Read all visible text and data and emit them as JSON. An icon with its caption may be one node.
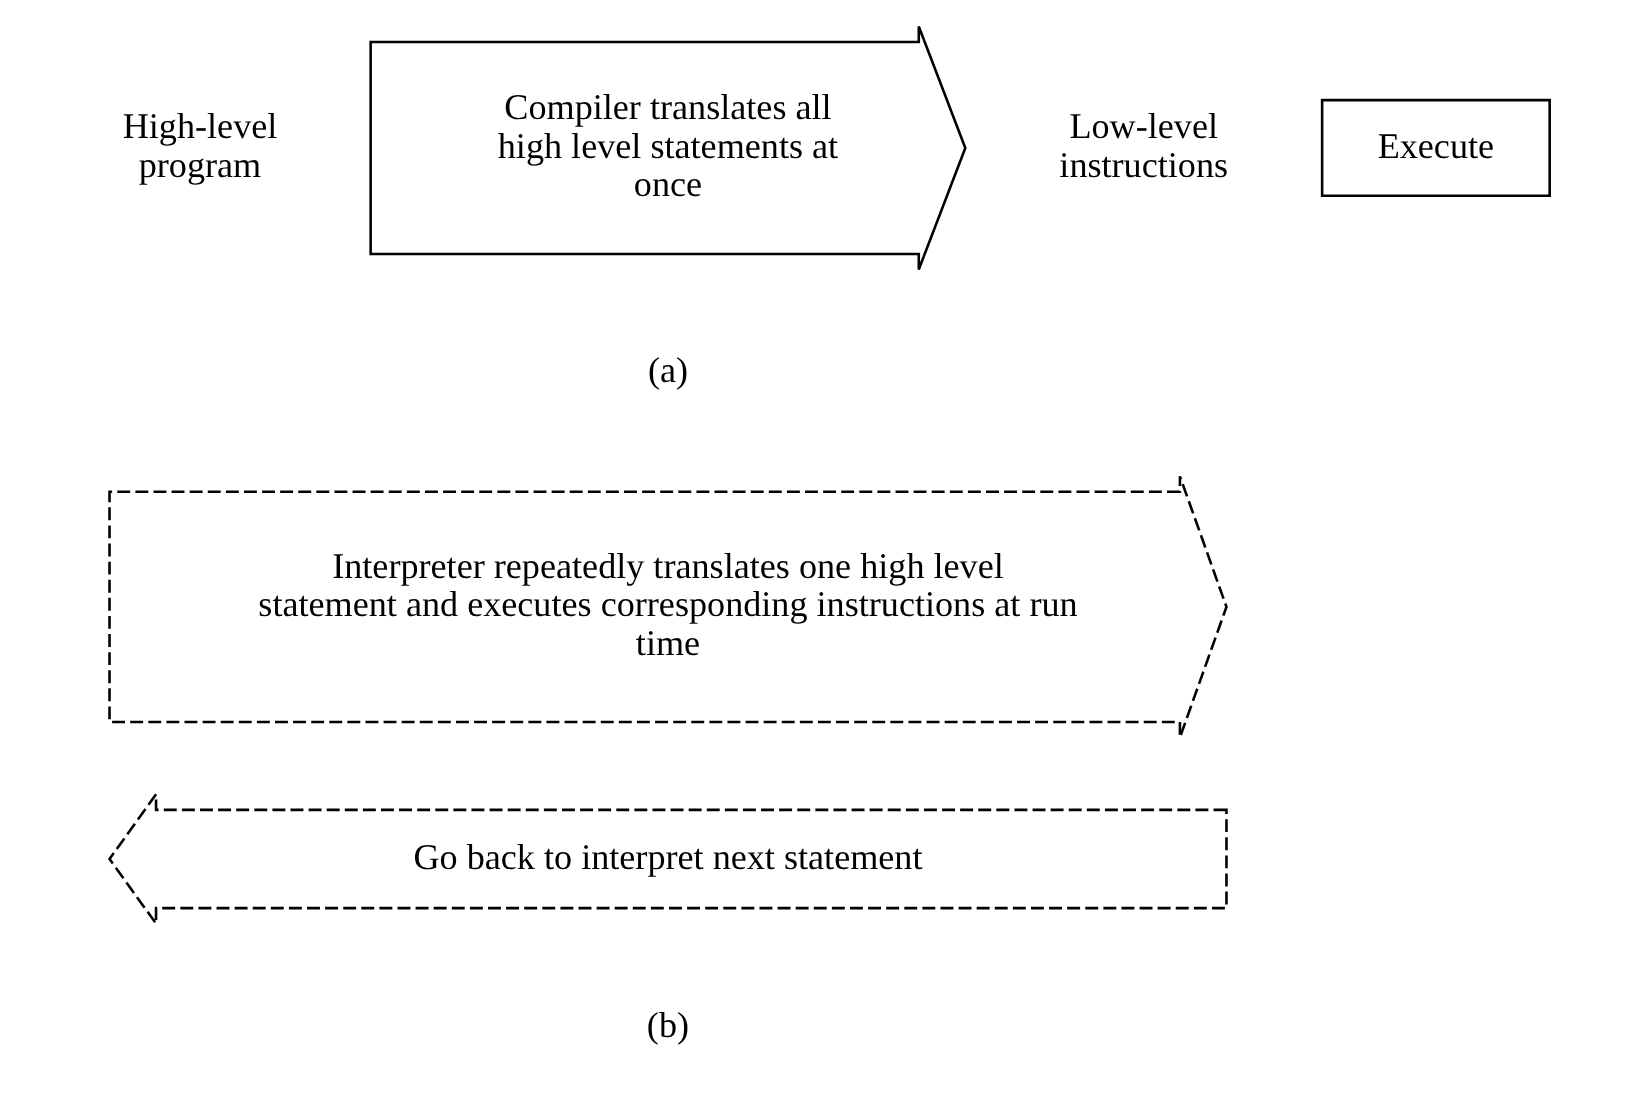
{
  "diagram": {
    "nodes": [
      {
        "text": [
          "High-level program"
        ]
      },
      {
        "text": [
          "Compiler translates all high level statements at once"
        ]
      },
      {
        "text": [
          "Low-level instructions"
        ]
      },
      {
        "text": [
          "Execute"
        ]
      },
      {
        "text": [
          "Interpreter repeatedly translates one high level statement and executes corresponding instructions at run time"
        ]
      },
      {
        "text": [
          "Go back to interpret next statement"
        ]
      }
    ],
    "edges": [],
    "labels": [
      "(a)",
      "(b)"
    ]
  }
}
